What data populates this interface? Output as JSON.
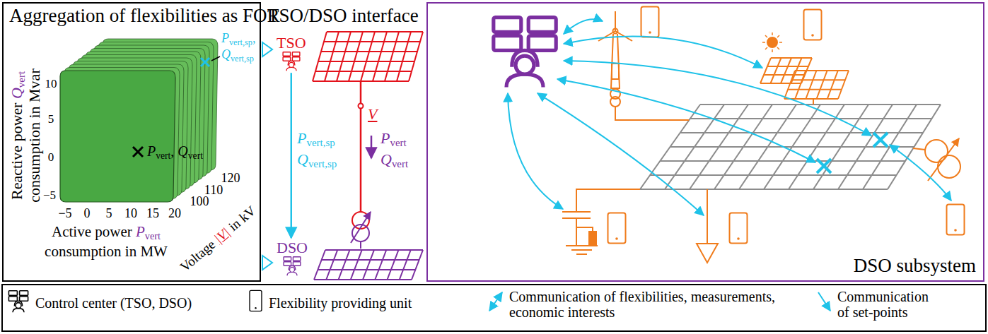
{
  "diagram": {
    "nodes": [
      {
        "text": [
          "Aggregation of flexibilities as FOR"
        ]
      },
      {
        "text": [
          "TSO"
        ]
      },
      {
        "text": [
          "DSO"
        ]
      },
      {
        "text": [
          "DSO subsystem"
        ]
      }
    ],
    "edges": [
      {
        "from": 1,
        "to": 2,
        "arrow": "to"
      }
    ],
    "labels": [
      "Reactive power",
      "Q",
      "vert",
      "consumption in Mvar",
      "10",
      "5",
      "0",
      "−5",
      "−5",
      "0",
      "5",
      "10",
      "15",
      "20",
      "Active power",
      "P",
      "vert",
      "consumption in MW",
      "100",
      "110",
      "120",
      "Voltage",
      "|V|",
      "in kV",
      "P",
      "vert,sp",
      ",",
      "Q",
      "vert,sp",
      "P",
      "vert",
      ",",
      "Q",
      "vert",
      "TSO/DSO interface",
      "V",
      "P",
      "vert,sp",
      "Q",
      "vert,sp",
      "P",
      "vert",
      "Q",
      "vert"
    ],
    "legend": [
      {
        "text": "Control center (TSO, DSO)"
      },
      {
        "text": "Flexibility providing unit"
      },
      {
        "text": "Communication of flexibilities, measurements, economic interests"
      },
      {
        "text": "Communication of set-points"
      }
    ]
  }
}
